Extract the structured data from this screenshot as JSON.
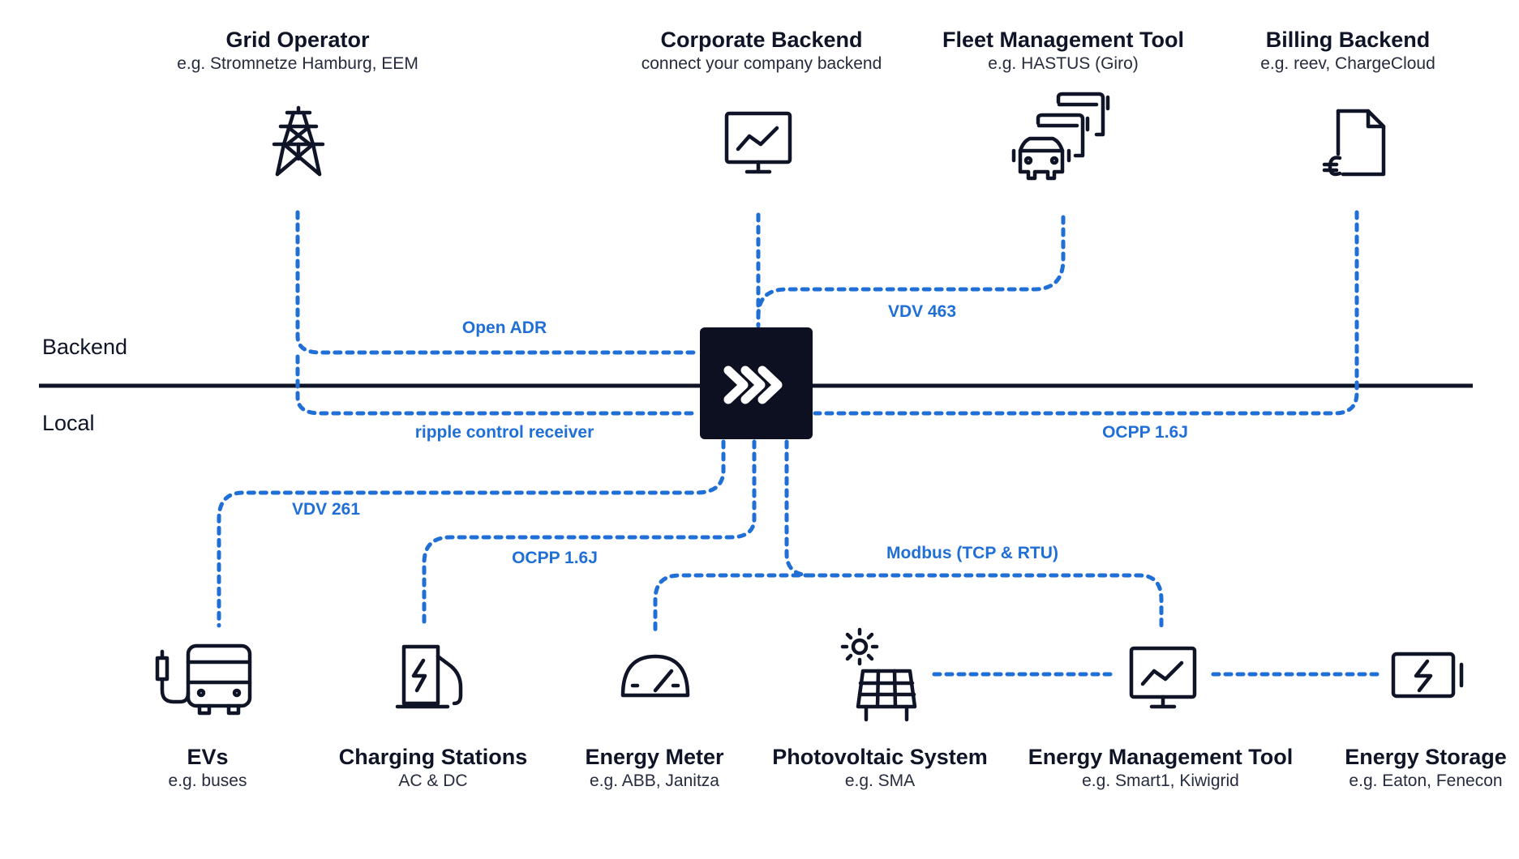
{
  "zones": {
    "backend": "Backend",
    "local": "Local"
  },
  "nodes": {
    "grid_operator": {
      "title": "Grid Operator",
      "subtitle": "e.g. Stromnetze Hamburg, EEM",
      "icon": "power-tower-icon"
    },
    "corporate_backend": {
      "title": "Corporate Backend",
      "subtitle": "connect your company backend",
      "icon": "monitor-chart-icon"
    },
    "fleet_management": {
      "title": "Fleet Management Tool",
      "subtitle": "e.g. HASTUS (Giro)",
      "icon": "fleet-vehicles-icon"
    },
    "billing_backend": {
      "title": "Billing Backend",
      "subtitle": "e.g. reev, ChargeCloud",
      "icon": "euro-document-icon"
    },
    "evs": {
      "title": "EVs",
      "subtitle": "e.g. buses",
      "icon": "bus-charging-icon"
    },
    "charging_stations": {
      "title": "Charging Stations",
      "subtitle": "AC & DC",
      "icon": "charging-station-icon"
    },
    "energy_meter": {
      "title": "Energy Meter",
      "subtitle": "e.g. ABB, Janitza",
      "icon": "gauge-icon"
    },
    "photovoltaic": {
      "title": "Photovoltaic System",
      "subtitle": "e.g. SMA",
      "icon": "solar-panel-icon"
    },
    "energy_management": {
      "title": "Energy Management Tool",
      "subtitle": "e.g. Smart1, Kiwigrid",
      "icon": "monitor-chart-icon"
    },
    "energy_storage": {
      "title": "Energy Storage",
      "subtitle": "e.g. Eaton, Fenecon",
      "icon": "battery-icon"
    }
  },
  "protocols": {
    "open_adr": "Open ADR",
    "ripple": "ripple control receiver",
    "vdv463": "VDV 463",
    "ocpp_backend": "OCPP 1.6J",
    "vdv261": "VDV 261",
    "ocpp_local": "OCPP 1.6J",
    "modbus": "Modbus (TCP & RTU)"
  },
  "hub": {
    "icon": "triple-chevron-logo-icon"
  },
  "colors": {
    "link": "#1f6fd6",
    "ink": "#0f1427",
    "hub_bg": "#0d1021"
  }
}
